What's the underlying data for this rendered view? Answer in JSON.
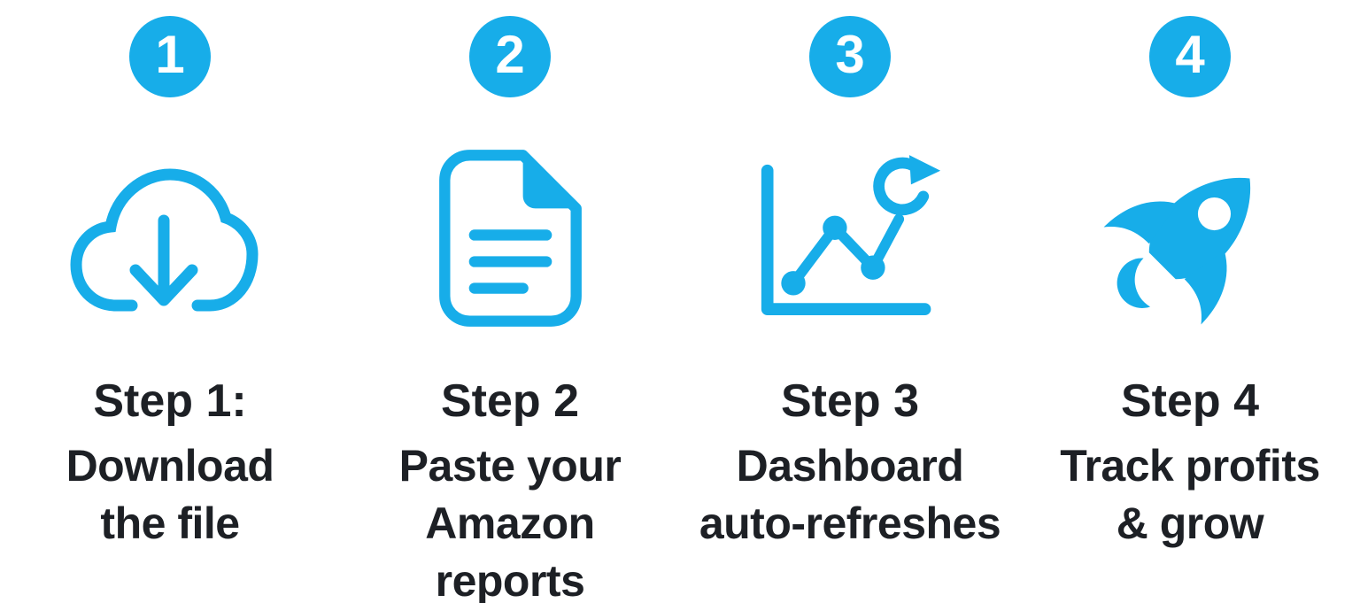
{
  "page": {
    "kind": "onboarding-steps-infographic",
    "background": "#FFFFFF"
  },
  "colors": {
    "accent": "#17ADE9",
    "text": "#1D2025",
    "badge_number": "#FFFFFF"
  },
  "steps": [
    {
      "number": "1",
      "icon": "cloud-download-icon",
      "title": "Step 1:",
      "desc_lines": [
        "Download",
        "the file"
      ]
    },
    {
      "number": "2",
      "icon": "document-icon",
      "title": "Step 2",
      "desc_lines": [
        "Paste your",
        "Amazon",
        "reports"
      ]
    },
    {
      "number": "3",
      "icon": "chart-refresh-icon",
      "title": "Step 3",
      "desc_lines": [
        "Dashboard",
        "auto-refreshes"
      ]
    },
    {
      "number": "4",
      "icon": "rocket-icon",
      "title": "Step 4",
      "desc_lines": [
        "Track profits",
        "& grow"
      ]
    }
  ]
}
